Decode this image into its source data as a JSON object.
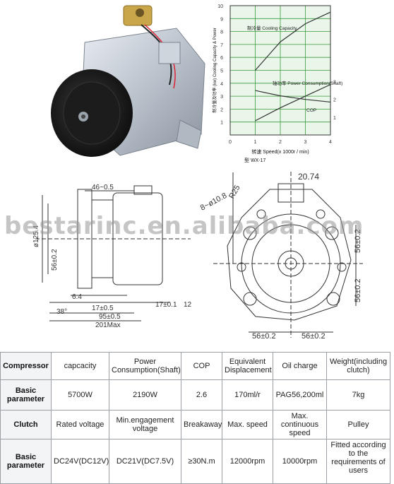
{
  "chart_data": {
    "type": "line",
    "x": [
      1,
      2,
      3,
      4
    ],
    "xlabel": "转速 Speed(x 1000r / min)",
    "ylabel_left": "制冷量及功率 (kw) Cooling Capacity & Power",
    "xlim": [
      0,
      4
    ],
    "ylim": [
      0,
      10
    ],
    "ylim_right": [
      0,
      4
    ],
    "x_ticks": [
      "0",
      "1",
      "2",
      "3",
      "4"
    ],
    "y_ticks": [
      "1",
      "2",
      "3",
      "4",
      "5",
      "6",
      "7",
      "8",
      "9",
      "10"
    ],
    "y_ticks_right": [
      "1",
      "2",
      "3"
    ],
    "model_label": "型 WX-17",
    "grid": true,
    "series": [
      {
        "name": "制冷量  Cooling Capacity",
        "values": [
          5.0,
          7.2,
          8.6,
          9.5
        ],
        "color": "#333333",
        "axis": "left"
      },
      {
        "name": "轴功率  Power Consumption(Shaft)",
        "values": [
          1.1,
          2.1,
          3.0,
          3.9
        ],
        "color": "#333333",
        "axis": "left"
      },
      {
        "name": "COP",
        "values": [
          2.5,
          2.2,
          2.0,
          1.85
        ],
        "color": "#333333",
        "axis": "right"
      }
    ]
  },
  "drawings": {
    "left": {
      "dim_top": "46~0.5",
      "dim_dia": "ø125.4",
      "dim_56": "56±0.2",
      "dim_64": "6.4",
      "dim_17": "17±0.5",
      "dim_95": "95±0.5",
      "dim_201": "201Max",
      "dim_38": "38°",
      "dim_17b": "17±0.1",
      "dim_12": "12"
    },
    "right": {
      "dim_2074": "20.74",
      "dim_holes": "8~ø10.8",
      "dim_r": "R25",
      "dim_56a": "56±0.2",
      "dim_56b": "56±0.2",
      "dim_56c": "56±0.2",
      "dim_56d": "56±0.2"
    }
  },
  "watermark": "bestarinc.en.alibaba.com",
  "table": {
    "row1": [
      "Compressor",
      "capcacity",
      "Power Consumption(Shaft)",
      "COP",
      "Equivalent Displacement",
      "Oil charge",
      "Weight(including clutch)"
    ],
    "row2": [
      "Basic parameter",
      "5700W",
      "2190W",
      "2.6",
      "170ml/r",
      "PAG56,200ml",
      "7kg"
    ],
    "row3": [
      "Clutch",
      "Rated voltage",
      "Min.engagement voltage",
      "Breakaway",
      "Max. speed",
      "Max. continuous speed",
      "Pulley"
    ],
    "row4": [
      "Basic parameter",
      "DC24V(DC12V)",
      "DC21V(DC7.5V)",
      "≥30N.m",
      "12000rpm",
      "10000rpm",
      "Fitted according to the requirements of users"
    ]
  }
}
